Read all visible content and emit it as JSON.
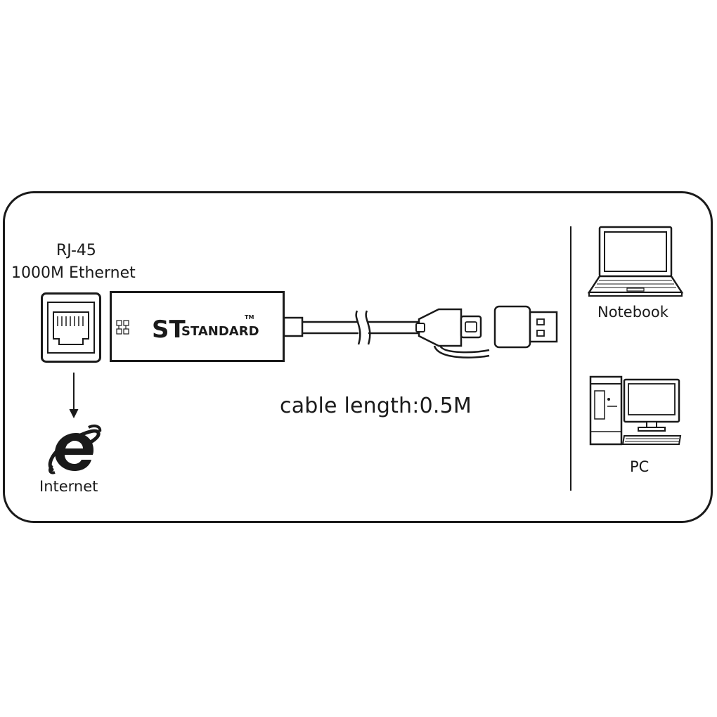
{
  "port": {
    "name": "RJ-45",
    "speed": "1000M Ethernet"
  },
  "internet": {
    "label": "Internet",
    "icon": "internet-explorer-icon"
  },
  "adapter": {
    "brand_mark": "ST",
    "brand_name": "STANDARD",
    "trademark": "TM"
  },
  "cable": {
    "length_label": "cable length:0.5M"
  },
  "devices": {
    "notebook": {
      "label": "Notebook",
      "icon": "laptop-icon"
    },
    "pc": {
      "label": "PC",
      "icon": "desktop-pc-icon"
    }
  }
}
